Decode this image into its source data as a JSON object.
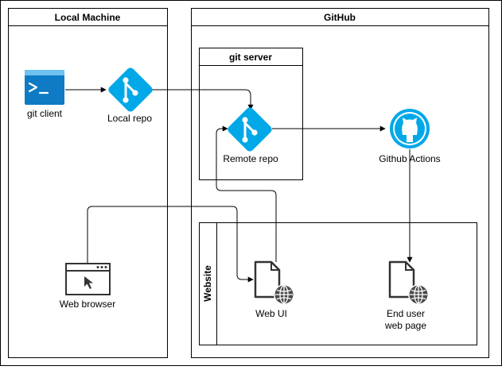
{
  "containers": {
    "local_machine": "Local Machine",
    "github": "GitHub",
    "git_server": "git server",
    "website": "Website"
  },
  "nodes": {
    "git_client": "git client",
    "local_repo": "Local repo",
    "remote_repo": "Remote repo",
    "github_actions": "Github Actions",
    "web_browser": "Web browser",
    "web_ui": "Web UI",
    "end_user_line1": "End user",
    "end_user_line2": "web page"
  },
  "colors": {
    "git_blue": "#00A8E8",
    "terminal_blue": "#0F7BC4",
    "stroke": "#000000"
  },
  "icons": {
    "git_client": "terminal-icon",
    "local_repo": "git-branch-icon",
    "remote_repo": "git-branch-icon",
    "github_actions": "github-octocat-icon",
    "web_browser": "browser-window-icon",
    "web_ui": "web-document-icon",
    "end_user": "web-document-icon"
  }
}
